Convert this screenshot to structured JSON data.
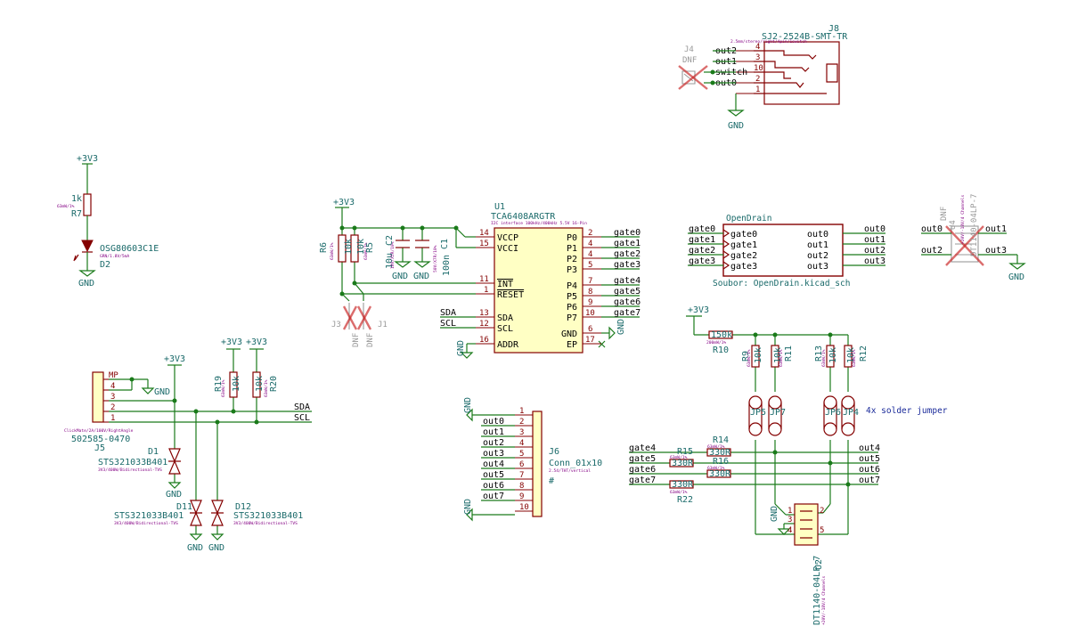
{
  "power": {
    "v3": "+3V3",
    "gnd": "GND"
  },
  "J8": {
    "ref": "J8",
    "value": "SJ2-2524B-SMT-TR",
    "desc": "2.5mm/stereo/right/4pin/1switch",
    "pins": [
      {
        "net": "out2",
        "num": "4"
      },
      {
        "net": "out1",
        "num": "3"
      },
      {
        "net": "switch",
        "num": "10"
      },
      {
        "net": "out0",
        "num": "2"
      },
      {
        "net": "",
        "num": "1"
      }
    ]
  },
  "J4": {
    "ref": "J4",
    "value": "DNF"
  },
  "R7": {
    "ref": "R7",
    "value": "1k",
    "desc": "63mW/1%"
  },
  "D2": {
    "ref": "D2",
    "value": "OSG80603C1E",
    "desc": "GRN/1.8V/5mA"
  },
  "U1": {
    "ref": "U1",
    "value": "TCA6408ARGTR",
    "desc": "I2C interface 100kHz/400kHz 5.5V 16-Pin",
    "left_pins": [
      {
        "name": "VCCP",
        "num": "14"
      },
      {
        "name": "VCCI",
        "num": "15"
      },
      {
        "name": "INT",
        "num": "11"
      },
      {
        "name": "RESET",
        "num": "1"
      },
      {
        "name": "SDA",
        "num": "13"
      },
      {
        "name": "SCL",
        "num": "12"
      },
      {
        "name": "ADDR",
        "num": "16"
      }
    ],
    "right_pins": [
      {
        "name": "P0",
        "num": "2",
        "net": "gate0"
      },
      {
        "name": "P1",
        "num": "4",
        "net": "gate1"
      },
      {
        "name": "P2",
        "num": "4",
        "net": "gate2"
      },
      {
        "name": "P3",
        "num": "5",
        "net": "gate3"
      },
      {
        "name": "P4",
        "num": "7",
        "net": "gate4"
      },
      {
        "name": "P5",
        "num": "8",
        "net": "gate5"
      },
      {
        "name": "P6",
        "num": "9",
        "net": "gate6"
      },
      {
        "name": "P7",
        "num": "10",
        "net": "gate7"
      },
      {
        "name": "GND",
        "num": "6",
        "net": ""
      },
      {
        "name": "EP",
        "num": "17",
        "net": ""
      }
    ]
  },
  "C2": {
    "ref": "C2",
    "value": "10u",
    "desc": "10V/X5R/10%"
  },
  "C1": {
    "ref": "C1",
    "value": "100n",
    "desc": "50V/X7R/10%"
  },
  "R6": {
    "ref": "R6",
    "value": "10k",
    "desc": "63mW/1%"
  },
  "R5": {
    "ref": "R5",
    "value": "10k",
    "desc": "63mW/1%"
  },
  "J3": {
    "ref": "J3",
    "value": "DNF"
  },
  "J1": {
    "ref": "J1",
    "value": "DNF"
  },
  "sheet": {
    "name": "OpenDrain",
    "file": "Soubor: OpenDrain.kicad_sch",
    "inputs": [
      "gate0",
      "gate1",
      "gate2",
      "gate3"
    ],
    "outputs": [
      "out0",
      "out1",
      "out2",
      "out3"
    ]
  },
  "U4": {
    "ref": "U4",
    "value": "DT1140-04LP-7",
    "desc": "+20V/-18V/4 Channels",
    "dnf": "DNF",
    "nets_left": [
      "out0",
      "out2"
    ],
    "nets_right": [
      "out1",
      "out3"
    ]
  },
  "J5": {
    "ref": "J5",
    "value": "502585-0470",
    "desc": "ClickMate/2A/100V/RightAngle",
    "pins": [
      "MP",
      "4",
      "3",
      "2",
      "1"
    ]
  },
  "R19": {
    "ref": "R19",
    "value": "10k",
    "desc": "63mW/1%"
  },
  "R20": {
    "ref": "R20",
    "value": "10k",
    "desc": "63mW/1%"
  },
  "bus": {
    "sda": "SDA",
    "scl": "SCL"
  },
  "D1": {
    "ref": "D1",
    "value": "STS321033B401",
    "desc": "3V3/400W/Bidirectional-TVS"
  },
  "D11": {
    "ref": "D11",
    "value": "STS321033B401",
    "desc": "3V3/400W/Bidirectional-TVS"
  },
  "D12": {
    "ref": "D12",
    "value": "STS321033B401",
    "desc": "3V3/400W/Bidirectional-TVS"
  },
  "J6": {
    "ref": "J6",
    "value": "Conn_01x10",
    "desc": "2.54/THT/vertical",
    "hash": "#",
    "nets": [
      "",
      "out0",
      "out1",
      "out2",
      "out3",
      "out4",
      "out5",
      "out6",
      "out7",
      ""
    ],
    "nums": [
      "1",
      "2",
      "3",
      "4",
      "5",
      "6",
      "7",
      "8",
      "9",
      "10"
    ]
  },
  "R10": {
    "ref": "R10",
    "value": "150k",
    "desc": "200mW/1%"
  },
  "R9": {
    "ref": "R9",
    "value": "10k",
    "desc": "63mW/1%"
  },
  "R11": {
    "ref": "R11",
    "value": "10k",
    "desc": "63mW/1%"
  },
  "R13": {
    "ref": "R13",
    "value": "10k",
    "desc": "63mW/1%"
  },
  "R12": {
    "ref": "R12",
    "value": "10k",
    "desc": "63mW/1%"
  },
  "jumpers": {
    "refs": [
      "JP5",
      "JP7",
      "JP6",
      "JP4"
    ],
    "note": "4x solder jumper"
  },
  "gates_low": [
    "gate4",
    "gate5",
    "gate6",
    "gate7"
  ],
  "outs_low": [
    "out4",
    "out5",
    "out6",
    "out7"
  ],
  "R14": {
    "ref": "R14",
    "value": "330R",
    "desc": "63mW/1%"
  },
  "R15": {
    "ref": "R15",
    "value": "330R",
    "desc": "63mW/1%"
  },
  "R16": {
    "ref": "R16",
    "value": "330R",
    "desc": "63mW/1%"
  },
  "R22": {
    "ref": "R22",
    "value": "330R",
    "desc": "63mW/1%"
  },
  "U2": {
    "ref": "U2",
    "value": "DT1140-04LP-7",
    "desc": "+20V/-18V/4 Channels",
    "pins": [
      "1",
      "2",
      "3",
      "4",
      "5"
    ]
  }
}
